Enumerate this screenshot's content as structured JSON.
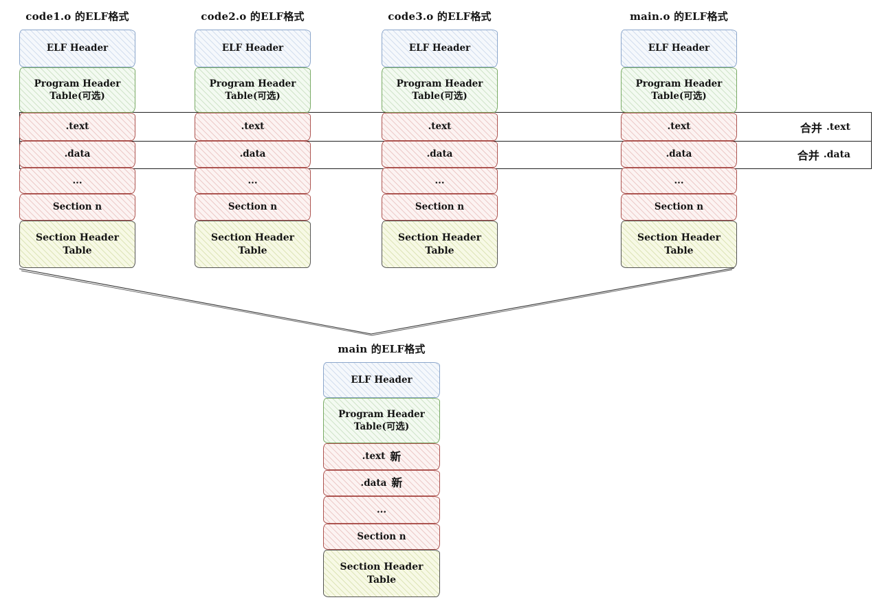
{
  "diagram": {
    "columns": [
      {
        "title": "code1.o 的ELF格式"
      },
      {
        "title": "code2.o 的ELF格式"
      },
      {
        "title": "code3.o 的ELF格式"
      },
      {
        "title": "main.o 的ELF格式"
      }
    ],
    "box_labels": {
      "elf_header": "ELF Header",
      "program_header_table": "Program Header Table(可选)",
      "text_section": ".text",
      "data_section": ".data",
      "ellipsis": "...",
      "section_n": "Section n",
      "section_header_table": "Section Header Table"
    },
    "merge_bands": [
      {
        "action": "合并",
        "target": ".text"
      },
      {
        "action": "合并",
        "target": ".data"
      }
    ],
    "merged": {
      "title": "main 的ELF格式",
      "text_section_label": ".text",
      "text_section_mark": "新",
      "data_section_label": ".data",
      "data_section_mark": "新"
    },
    "colors": {
      "elf_header_fill": "#f5f8fc",
      "elf_header_border": "#8ba6cb",
      "program_fill": "#f3faf1",
      "program_border": "#79aa65",
      "section_fill": "#fcf3f2",
      "section_border": "#ac534f",
      "section_header_table_fill": "#f7f9e5",
      "section_header_table_border": "#545454",
      "band_line": "#1f1f1f",
      "connector_line": "#2e2e2e"
    }
  }
}
